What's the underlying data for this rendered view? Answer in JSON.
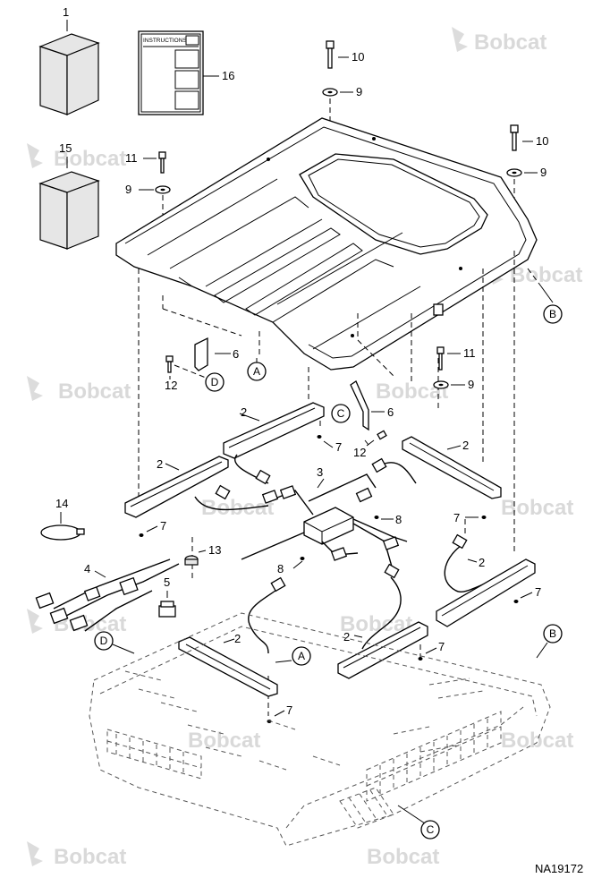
{
  "figure_number": "NA19172",
  "watermark": "Bobcat",
  "instruction_sheet_title": "INSTRUCTIONS",
  "callouts": {
    "c1": "1",
    "c16": "16",
    "c15": "15",
    "c10a": "10",
    "c9a": "9",
    "c10b": "10",
    "c9b": "9",
    "c11a": "11",
    "c9c": "9",
    "c6a": "6",
    "c12a": "12",
    "c11b": "11",
    "c9d": "9",
    "c2a": "2",
    "c7a": "7",
    "c6b": "6",
    "c12b": "12",
    "c2b": "2",
    "c3": "3",
    "c2c": "2",
    "c7b": "7",
    "c8a": "8",
    "c7c": "7",
    "c14": "14",
    "c13": "13",
    "c8b": "8",
    "c4": "4",
    "c5": "5",
    "c2d": "2",
    "c7d": "7",
    "c2e": "2",
    "c2f": "2",
    "c7e": "7",
    "c7f": "7"
  },
  "reference_letters": {
    "b_top": "B",
    "a_top": "A",
    "d_top": "D",
    "c_top": "C",
    "d_bottom": "D",
    "a_bottom": "A",
    "b_bottom": "B",
    "c_bottom": "C"
  }
}
